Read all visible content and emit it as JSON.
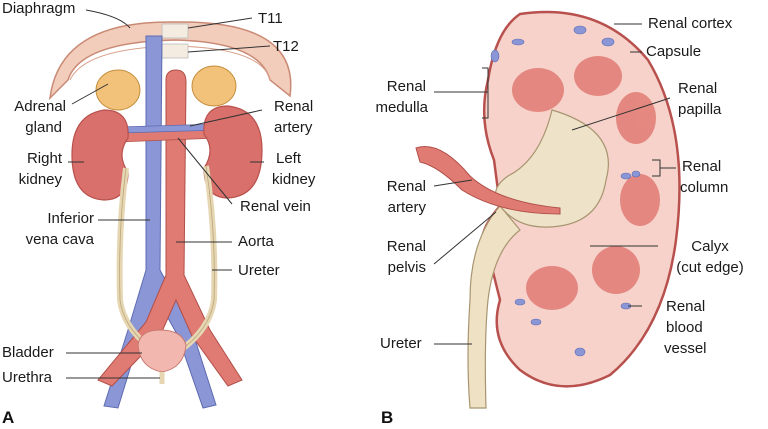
{
  "panel_a": {
    "letter": "A",
    "labels": {
      "diaphragm": "Diaphragm",
      "t11": "T11",
      "t12": "T12",
      "adrenal_gland_1": "Adrenal",
      "adrenal_gland_2": "gland",
      "right_kidney_1": "Right",
      "right_kidney_2": "kidney",
      "renal_artery_1": "Renal",
      "renal_artery_2": "artery",
      "left_kidney_1": "Left",
      "left_kidney_2": "kidney",
      "renal_vein": "Renal vein",
      "ivc_1": "Inferior",
      "ivc_2": "vena cava",
      "aorta": "Aorta",
      "ureter": "Ureter",
      "bladder": "Bladder",
      "urethra": "Urethra"
    }
  },
  "panel_b": {
    "letter": "B",
    "labels": {
      "renal_cortex": "Renal cortex",
      "capsule": "Capsule",
      "renal_medulla_1": "Renal",
      "renal_medulla_2": "medulla",
      "renal_papilla_1": "Renal",
      "renal_papilla_2": "papilla",
      "renal_column_1": "Renal",
      "renal_column_2": "column",
      "renal_artery_1": "Renal",
      "renal_artery_2": "artery",
      "renal_pelvis_1": "Renal",
      "renal_pelvis_2": "pelvis",
      "calyx_1": "Calyx",
      "calyx_2": "(cut edge)",
      "renal_blood_vessel_1": "Renal",
      "renal_blood_vessel_2": "blood",
      "renal_blood_vessel_3": "vessel",
      "ureter": "Ureter"
    }
  },
  "colors": {
    "kidney": "#d9706b",
    "kidney_dark": "#b8514d",
    "vein": "#8a96d6",
    "artery": "#e07b73",
    "adrenal": "#f2c27a",
    "ureter": "#efe2c4",
    "cortex": "#f6d2cb",
    "pelvis": "#eee3c8",
    "diaphragm": "#f3cdbb"
  }
}
